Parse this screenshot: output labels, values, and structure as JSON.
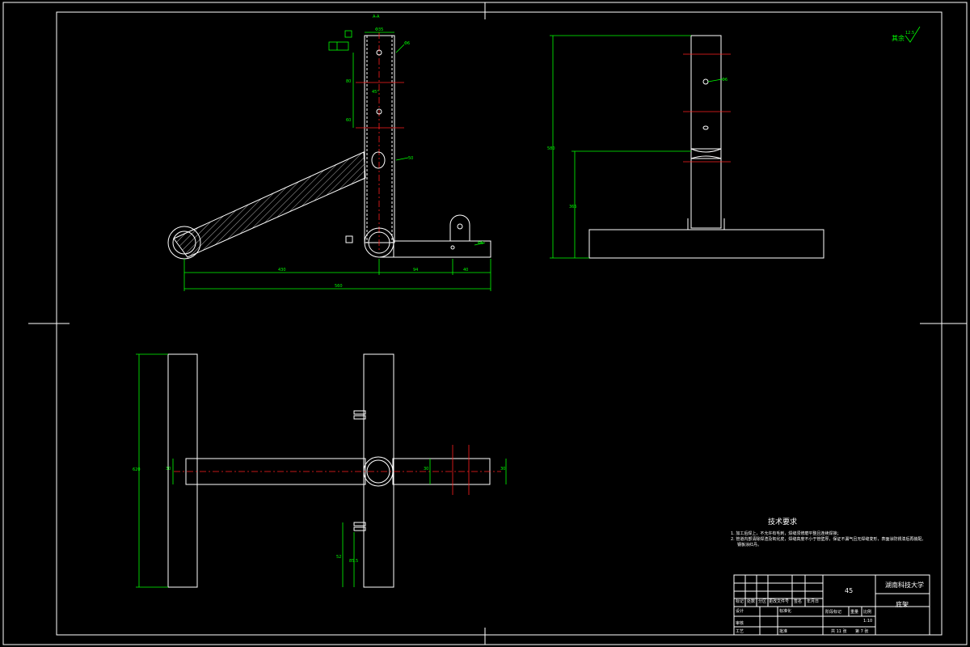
{
  "view_label": "A-A",
  "roughness_note": "其余",
  "roughness_value": "12.5",
  "dims": {
    "top_width": "Φ35",
    "upper_hole_gap": "80",
    "hole_dia_top": "Φ6",
    "mid_gap": "60",
    "lower_gap": "50",
    "angle": "45°",
    "left_span": "430",
    "right_span": "94",
    "short_span": "40",
    "total_span": "560",
    "side_total": "580",
    "side_lower": "365",
    "side_hole": "Φ6",
    "base_pin": "Φ6",
    "plan_height": "620",
    "plan_small": "30",
    "plan_right_a": "30",
    "plan_right_b": "30",
    "plan_low_a": "52",
    "plan_low_b": "85.5"
  },
  "tech": {
    "title": "技术要求",
    "line1": "1. 加工后焊上，不允许有毛刺，焊缝须修磨平整且连续焊接；",
    "line2": "2. 管道内部清除焊渣及氧化皮，焊缝高度不小于管壁厚，保证不漏气且无焊缝变形，表面涂防锈漆后再装配。",
    "line3": "钢板涂红丹。"
  },
  "title_block": {
    "material": "45",
    "university": "湖南科技大学",
    "part_name": "底架",
    "scale": "1:10",
    "sheet_total": "共 11 张",
    "sheet_no": "第 7 张",
    "col1": "标记",
    "col2": "处数",
    "col3": "分区",
    "col4": "更改文件号",
    "col5": "签名",
    "col6": "年月日",
    "design": "设计",
    "std": "标准化",
    "review": "审核",
    "process": "工艺",
    "approve": "批准",
    "stage": "阶段标记",
    "weight": "重量",
    "ratio": "比例"
  }
}
